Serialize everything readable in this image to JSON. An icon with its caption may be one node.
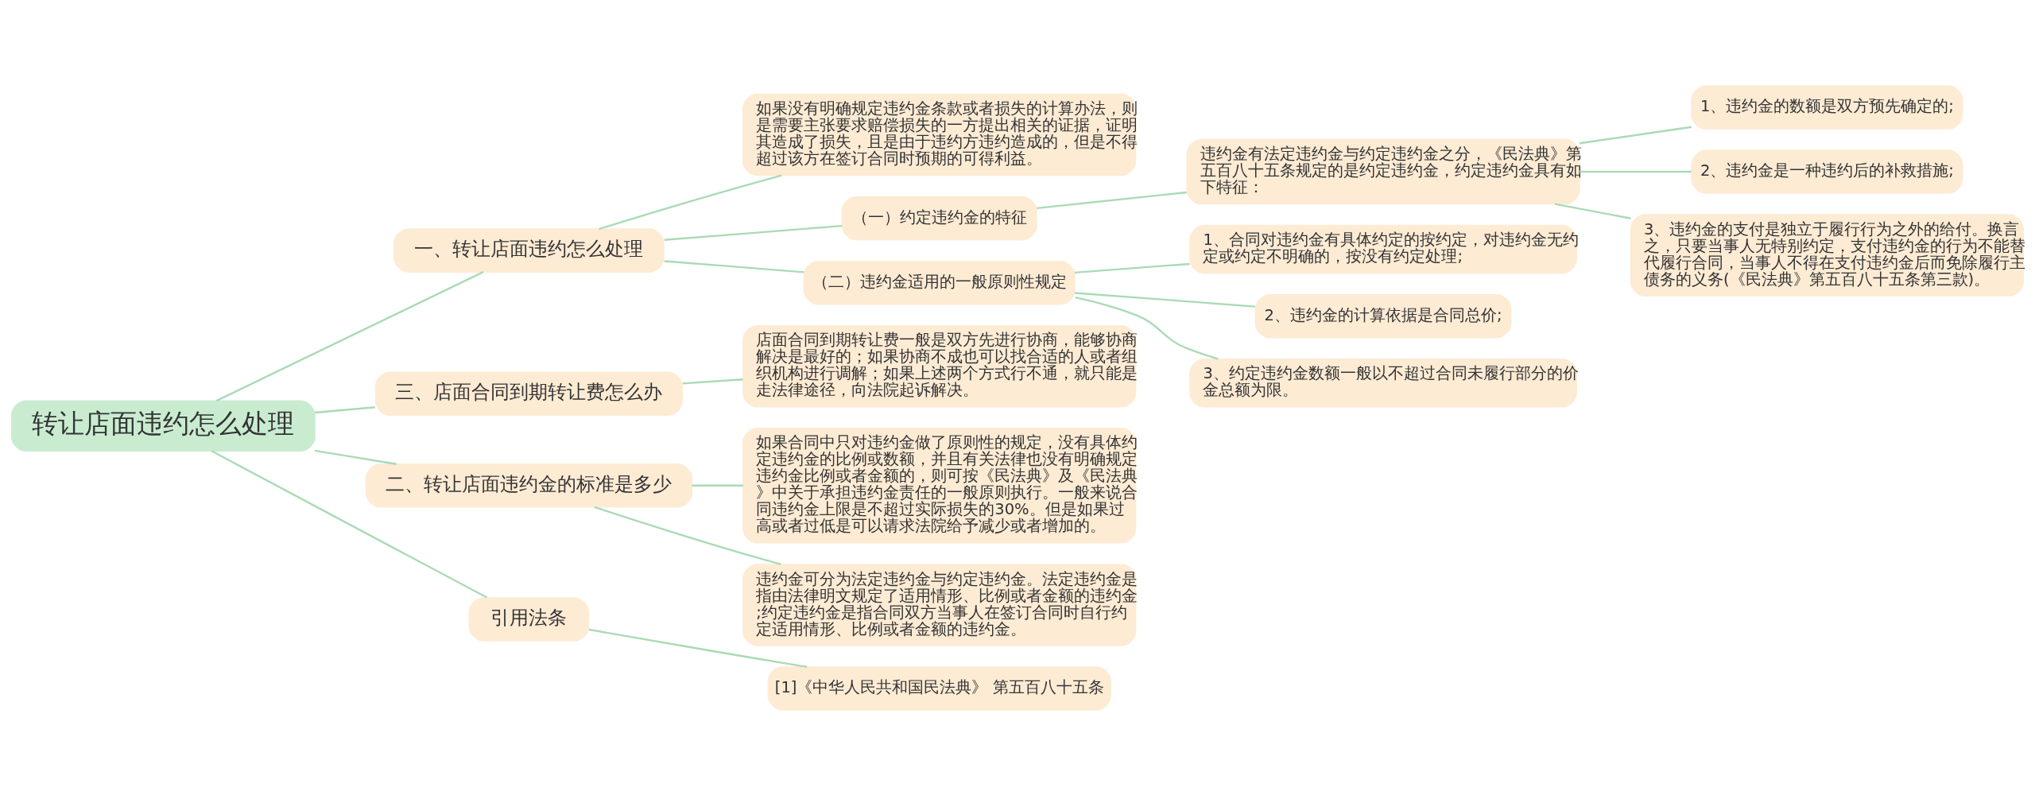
{
  "diagram": {
    "nodes": [
      {
        "text": [
          "转让店面违约怎么处理"
        ]
      },
      {
        "text": [
          "一、转让店面违约怎么处理"
        ]
      },
      {
        "text": [
          "如果没有明确规定违约金条款或者损失的计算办法，则是需要主张要求赔偿损失的一方提出相关的证据，证明其造成了损失，且是由于违约方违约造成的，但是不得超过该方在签订合同时预期的可得利益。"
        ]
      },
      {
        "text": [
          "（一）约定违约金的特征"
        ]
      },
      {
        "text": [
          "违约金有法定违约金与约定违约金之分，《民法典》第五百八十五条规定的是约定违约金，约定违约金具有如下特征："
        ]
      },
      {
        "text": [
          "1、违约金的数额是双方预先确定的;"
        ]
      },
      {
        "text": [
          "2、违约金是一种违约后的补救措施;"
        ]
      },
      {
        "text": [
          "3、违约金的支付是独立于履行行为之外的给付。换言之，只要当事人无特别约定，支付违约金的行为不能替代履行合同，当事人不得在支付违约金后而免除履行主债务的义务(《民法典》第五百八十五条第三款)。"
        ]
      },
      {
        "text": [
          "（二）违约金适用的一般原则性规定"
        ]
      },
      {
        "text": [
          "1、合同对违约金有具体约定的按约定，对违约金无约定或约定不明确的，按没有约定处理;"
        ]
      },
      {
        "text": [
          "2、违约金的计算依据是合同总价;"
        ]
      },
      {
        "text": [
          "3、约定违约金数额一般以不超过合同未履行部分的价金总额为限。"
        ]
      },
      {
        "text": [
          "三、店面合同到期转让费怎么办"
        ]
      },
      {
        "text": [
          "店面合同到期转让费一般是双方先进行协商，能够协商解决是最好的；如果协商不成也可以找合适的人或者组织机构进行调解；如果上述两个方式行不通，就只能是走法律途径，向法院起诉解决。"
        ]
      },
      {
        "text": [
          "二、转让店面违约金的标准是多少"
        ]
      },
      {
        "text": [
          "如果合同中只对违约金做了原则性的规定，没有具体约定违约金的比例或数额，并且有关法律也没有明确规定违约金比例或者金额的，则可按《民法典》及《民法典》中关于承担违约金责任的一般原则执行。一般来说合同违约金上限是不超过实际损失的30%。但是如果过高或者过低是可以请求法院给予减少或者增加的。"
        ]
      },
      {
        "text": [
          "违约金可分为法定违约金与约定违约金。法定违约金是指由法律明文规定了适用情形、比例或者金额的违约金;约定违约金是指合同双方当事人在签订合同时自行约定适用情形、比例或者金额的违约金。"
        ]
      },
      {
        "text": [
          "引用法条"
        ]
      },
      {
        "text": [
          "[1]《中华人民共和国民法典》 第五百八十五条"
        ]
      }
    ],
    "edges": [
      {
        "from": 0,
        "to": 1,
        "arrow": "none"
      },
      {
        "from": 1,
        "to": 2,
        "arrow": "none"
      },
      {
        "from": 1,
        "to": 3,
        "arrow": "none"
      },
      {
        "from": 3,
        "to": 4,
        "arrow": "none"
      },
      {
        "from": 4,
        "to": 5,
        "arrow": "none"
      },
      {
        "from": 4,
        "to": 6,
        "arrow": "none"
      },
      {
        "from": 4,
        "to": 7,
        "arrow": "none"
      },
      {
        "from": 1,
        "to": 8,
        "arrow": "none"
      },
      {
        "from": 8,
        "to": 9,
        "arrow": "none"
      },
      {
        "from": 8,
        "to": 10,
        "arrow": "none"
      },
      {
        "from": 8,
        "to": 11,
        "arrow": "none"
      },
      {
        "from": 0,
        "to": 12,
        "arrow": "none"
      },
      {
        "from": 12,
        "to": 13,
        "arrow": "none"
      },
      {
        "from": 0,
        "to": 14,
        "arrow": "none"
      },
      {
        "from": 14,
        "to": 15,
        "arrow": "none"
      },
      {
        "from": 14,
        "to": 16,
        "arrow": "none"
      },
      {
        "from": 0,
        "to": 17,
        "arrow": "none"
      },
      {
        "from": 17,
        "to": 18,
        "arrow": "none"
      }
    ]
  }
}
